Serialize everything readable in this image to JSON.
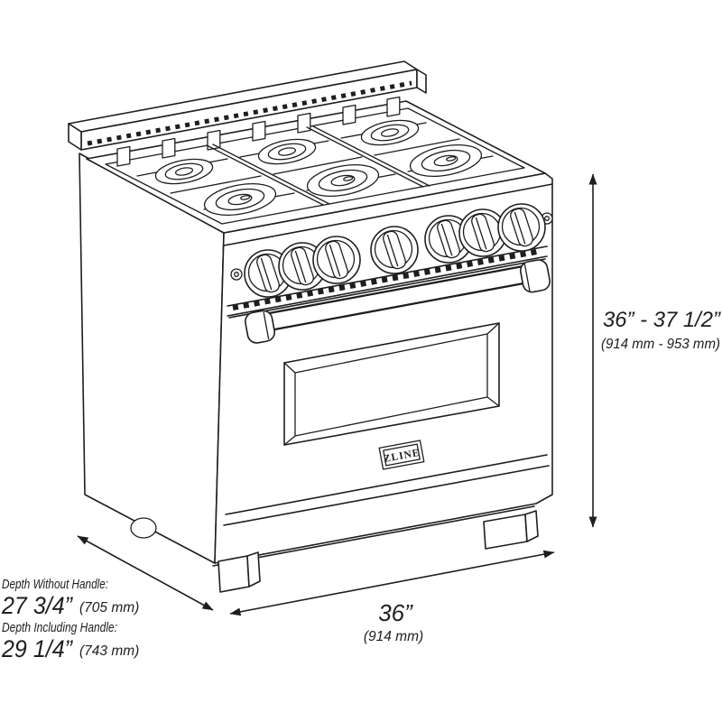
{
  "diagram": {
    "brand_badge": "ZLINE",
    "colors": {
      "line": "#1e1e1e",
      "background": "#ffffff"
    },
    "dimensions": {
      "height": {
        "imperial": "36” - 37 1/2”",
        "metric": "(914 mm - 953 mm)"
      },
      "width": {
        "imperial": "36”",
        "metric": "(914 mm)"
      },
      "depth_without_handle": {
        "label": "Depth Without Handle:",
        "imperial": "27 3/4”",
        "metric": "(705 mm)"
      },
      "depth_including_handle": {
        "label": "Depth Including Handle:",
        "imperial": "29 1/4”",
        "metric": "(743 mm)"
      }
    }
  }
}
